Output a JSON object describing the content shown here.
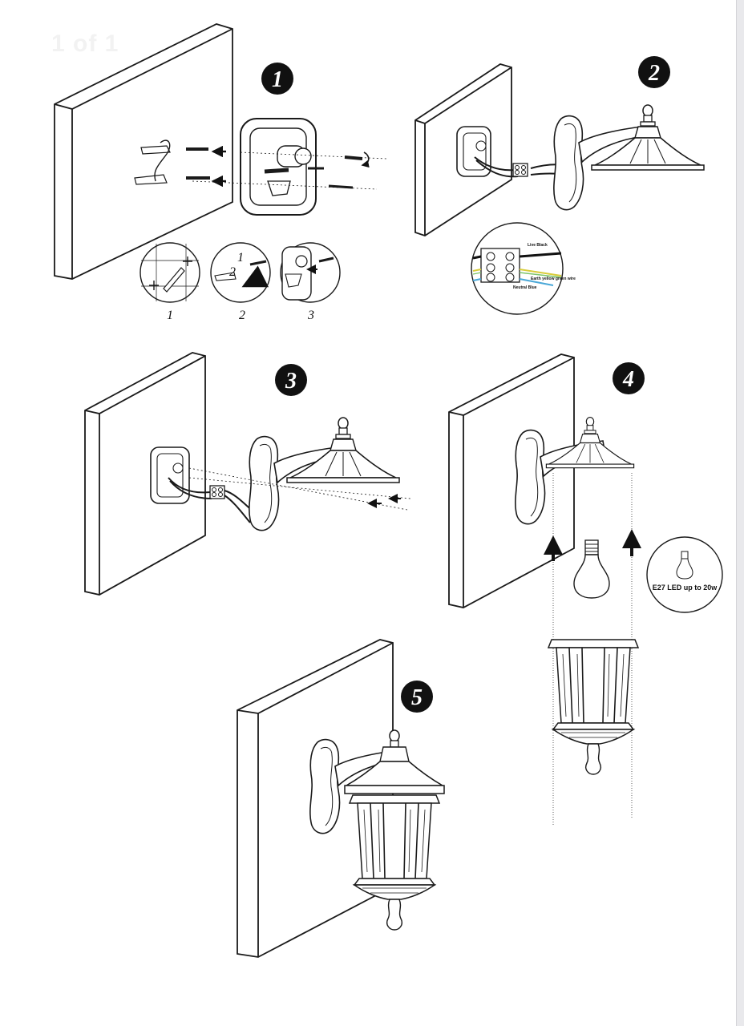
{
  "page_indicator": "1 of 1",
  "steps": [
    {
      "number": "1"
    },
    {
      "number": "2"
    },
    {
      "number": "3"
    },
    {
      "number": "4"
    },
    {
      "number": "5"
    }
  ],
  "step1_details": [
    "1",
    "2",
    "3"
  ],
  "step1_detail2_parts": [
    "1",
    "2"
  ],
  "wiring": {
    "live": "Live Black",
    "earth": "Earth yellow green wire",
    "neutral": "Neutral Blue"
  },
  "bulb_note": "E27 LED up to 20w",
  "colors": {
    "line": "#1a1a1a",
    "step_badge": "#111111",
    "page": "#ffffff",
    "frame_edge": "#e9e9ec",
    "wire_blue": "#4aa8d8",
    "wire_yellow": "#d8cc3a",
    "wire_green": "#7cc46a"
  }
}
